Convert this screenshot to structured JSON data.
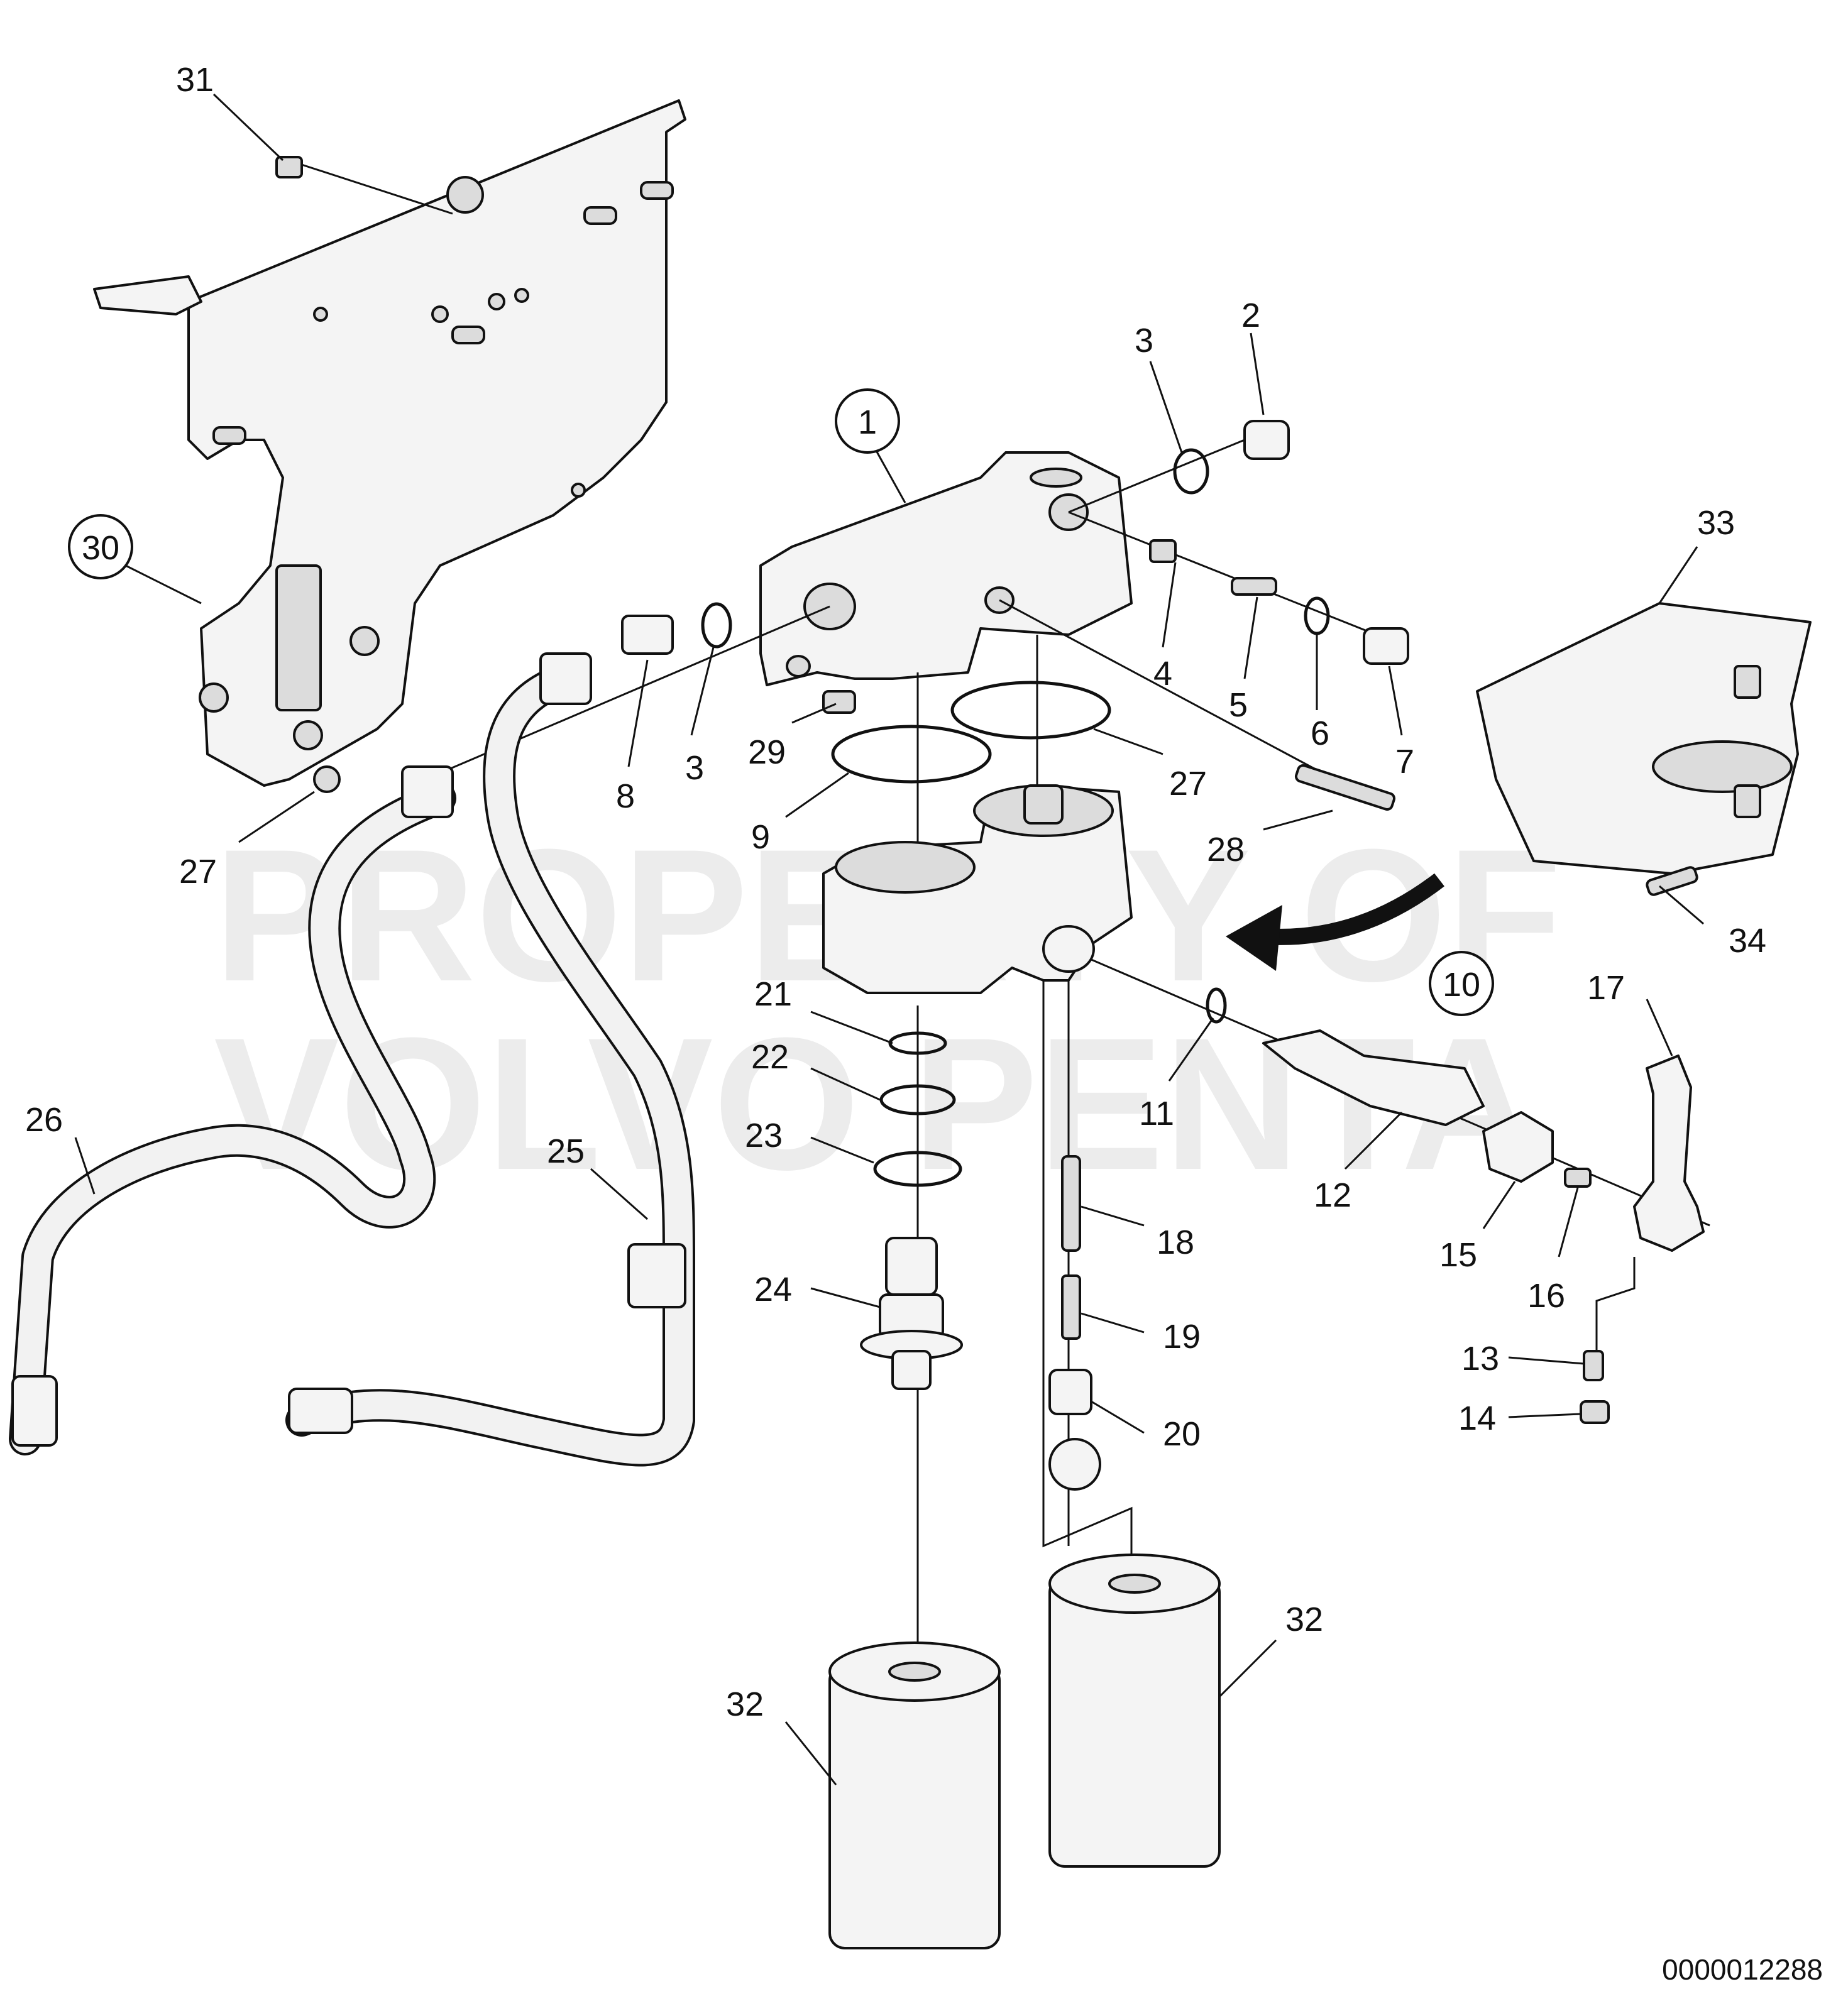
{
  "watermark": {
    "line1": "PROPERTY OF",
    "line2": "VOLVO PENTA"
  },
  "document_number": "0000012288",
  "callouts": {
    "c1": "1",
    "c2": "2",
    "c3a": "3",
    "c3b": "3",
    "c4": "4",
    "c5": "5",
    "c6": "6",
    "c7": "7",
    "c8": "8",
    "c9": "9",
    "c10": "10",
    "c11": "11",
    "c12": "12",
    "c13": "13",
    "c14": "14",
    "c15": "15",
    "c16": "16",
    "c17": "17",
    "c18": "18",
    "c19": "19",
    "c20": "20",
    "c21": "21",
    "c22": "22",
    "c23": "23",
    "c24": "24",
    "c25": "25",
    "c26": "26",
    "c27a": "27",
    "c27b": "27",
    "c28": "28",
    "c29": "29",
    "c30": "30",
    "c31": "31",
    "c32a": "32",
    "c32b": "32",
    "c33": "33",
    "c34": "34"
  }
}
